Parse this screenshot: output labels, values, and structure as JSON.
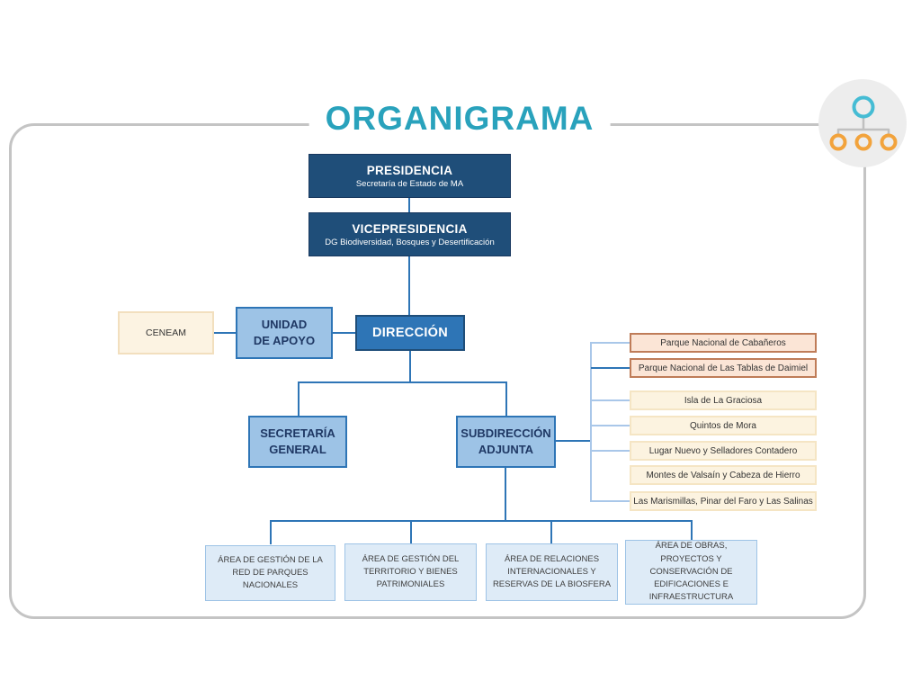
{
  "title": "ORGANIGRAMA",
  "colors": {
    "title_teal": "#29a2bc",
    "dark_navy_fill": "#1f4e79",
    "medium_blue_fill": "#2e75b6",
    "light_blue_fill": "#9dc3e6",
    "pale_blue_fill": "#deebf7",
    "peach_fill": "#fbe5d6",
    "peach_border": "#bf7c58",
    "cream_fill": "#fcf3e0",
    "cream_border": "#f5e5c4",
    "connector_blue": "#2e75b6",
    "connector_light_blue": "#a9c7e9",
    "frame_border_gray": "#c4c4c4",
    "icon_circle_bg": "#ededed",
    "icon_top_node_teal": "#45bcd4",
    "icon_child_node_orange": "#f2a33c"
  },
  "corner_icon": {
    "name": "org-chart-icon"
  },
  "nodes": {
    "presidencia": {
      "label": "PRESIDENCIA",
      "sublabel": "Secretaría de Estado de MA"
    },
    "vicepresidencia": {
      "label": "VICEPRESIDENCIA",
      "sublabel": "DG Biodiversidad, Bosques y Desertificación"
    },
    "ceneam": {
      "label": "CENEAM"
    },
    "unidad_apoyo": {
      "label": "UNIDAD\nDE APOYO"
    },
    "direccion": {
      "label": "DIRECCIÓN"
    },
    "secretaria_general": {
      "label": "SECRETARÍA\nGENERAL"
    },
    "subdireccion_adjunta": {
      "label": "SUBDIRECCIÓN\nADJUNTA"
    },
    "parques": [
      {
        "label": "Parque Nacional de Cabañeros"
      },
      {
        "label": "Parque Nacional de Las Tablas de Daimiel"
      },
      {
        "label": "Isla de La Graciosa"
      },
      {
        "label": "Quintos de Mora"
      },
      {
        "label": "Lugar Nuevo y Selladores Contadero"
      },
      {
        "label": "Montes de Valsaín y Cabeza de Hierro"
      },
      {
        "label": "Las Marismillas, Pinar del Faro y Las Salinas"
      }
    ],
    "areas": [
      {
        "label": "ÁREA DE GESTIÓN DE LA RED DE PARQUES NACIONALES"
      },
      {
        "label": "ÁREA DE GESTIÓN DEL TERRITORIO Y BIENES PATRIMONIALES"
      },
      {
        "label": "ÁREA DE RELACIONES INTERNACIONALES Y RESERVAS DE LA BIOSFERA"
      },
      {
        "label": "ÁREA DE OBRAS, PROYECTOS Y CONSERVACIÓN DE EDIFICACIONES E INFRAESTRUCTURA"
      }
    ]
  }
}
